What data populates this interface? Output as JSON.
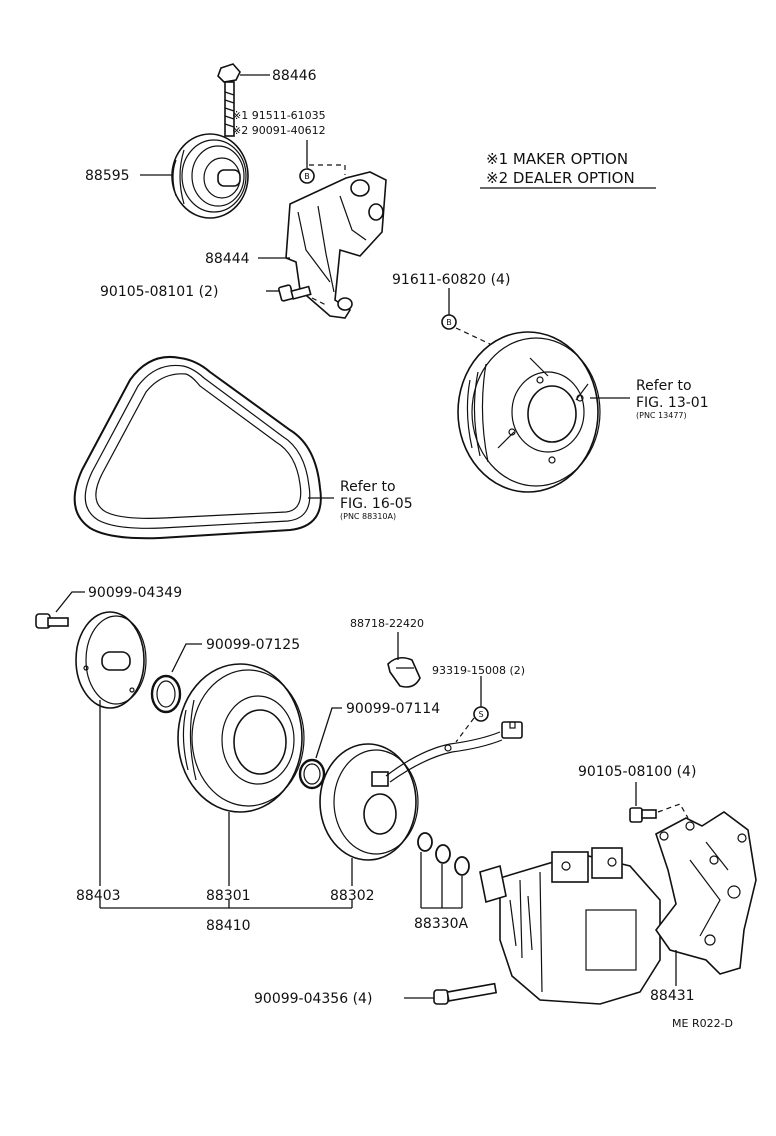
{
  "options": {
    "maker": "※1 MAKER OPTION",
    "dealer": "※2 DEALER OPTION"
  },
  "labels": {
    "p88446": "88446",
    "p91511": "※1 91511-61035",
    "p90091": "※2 90091-40612",
    "p88595": "88595",
    "p88444": "88444",
    "p90105_08101": "90105-08101 (2)",
    "p91611": "91611-60820 (4)",
    "p90099_04349": "90099-04349",
    "p90099_07125": "90099-07125",
    "p88718": "88718-22420",
    "p93319": "93319-15008 (2)",
    "p90099_07114": "90099-07114",
    "p90105_08100": "90105-08100 (4)",
    "p88403": "88403",
    "p88301": "88301",
    "p88302": "88302",
    "p88410": "88410",
    "p88330A": "88330A",
    "p90099_04356": "90099-04356 (4)",
    "p88431": "88431"
  },
  "refs": {
    "pulley": {
      "line1": "Refer to",
      "line2": "FIG. 13-01",
      "line3": "(PNC 13477)"
    },
    "belt": {
      "line1": "Refer to",
      "line2": "FIG. 16-05",
      "line3": "(PNC 88310A)"
    }
  },
  "markers": {
    "b": "B",
    "s": "S"
  },
  "footer": {
    "code": "ME R022-D"
  }
}
